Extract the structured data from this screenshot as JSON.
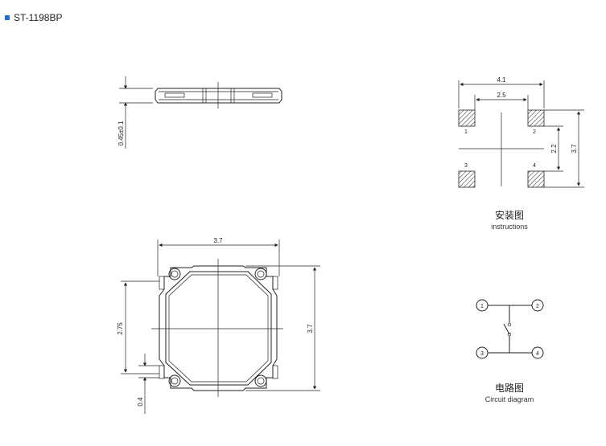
{
  "header": {
    "model": "ST-1198BP",
    "bullet_color": "#1f6fd1"
  },
  "side_view": {
    "dim_thickness": "0.45±0.1"
  },
  "top_view": {
    "dim_width": "3.7",
    "dim_height": "3.7",
    "dim_pin_pitch": "2.75",
    "dim_pin_width": "0.4"
  },
  "footprint": {
    "dim_outer_width": "4.1",
    "dim_inner_width": "2.5",
    "dim_inner_height": "2.2",
    "dim_outer_height": "3.7",
    "pads": [
      "1",
      "2",
      "3",
      "4"
    ],
    "caption_zh": "安装图",
    "caption_en": "instructions"
  },
  "circuit": {
    "pins": [
      "1",
      "2",
      "3",
      "4"
    ],
    "caption_zh": "电路图",
    "caption_en": "Circuit diagram"
  }
}
